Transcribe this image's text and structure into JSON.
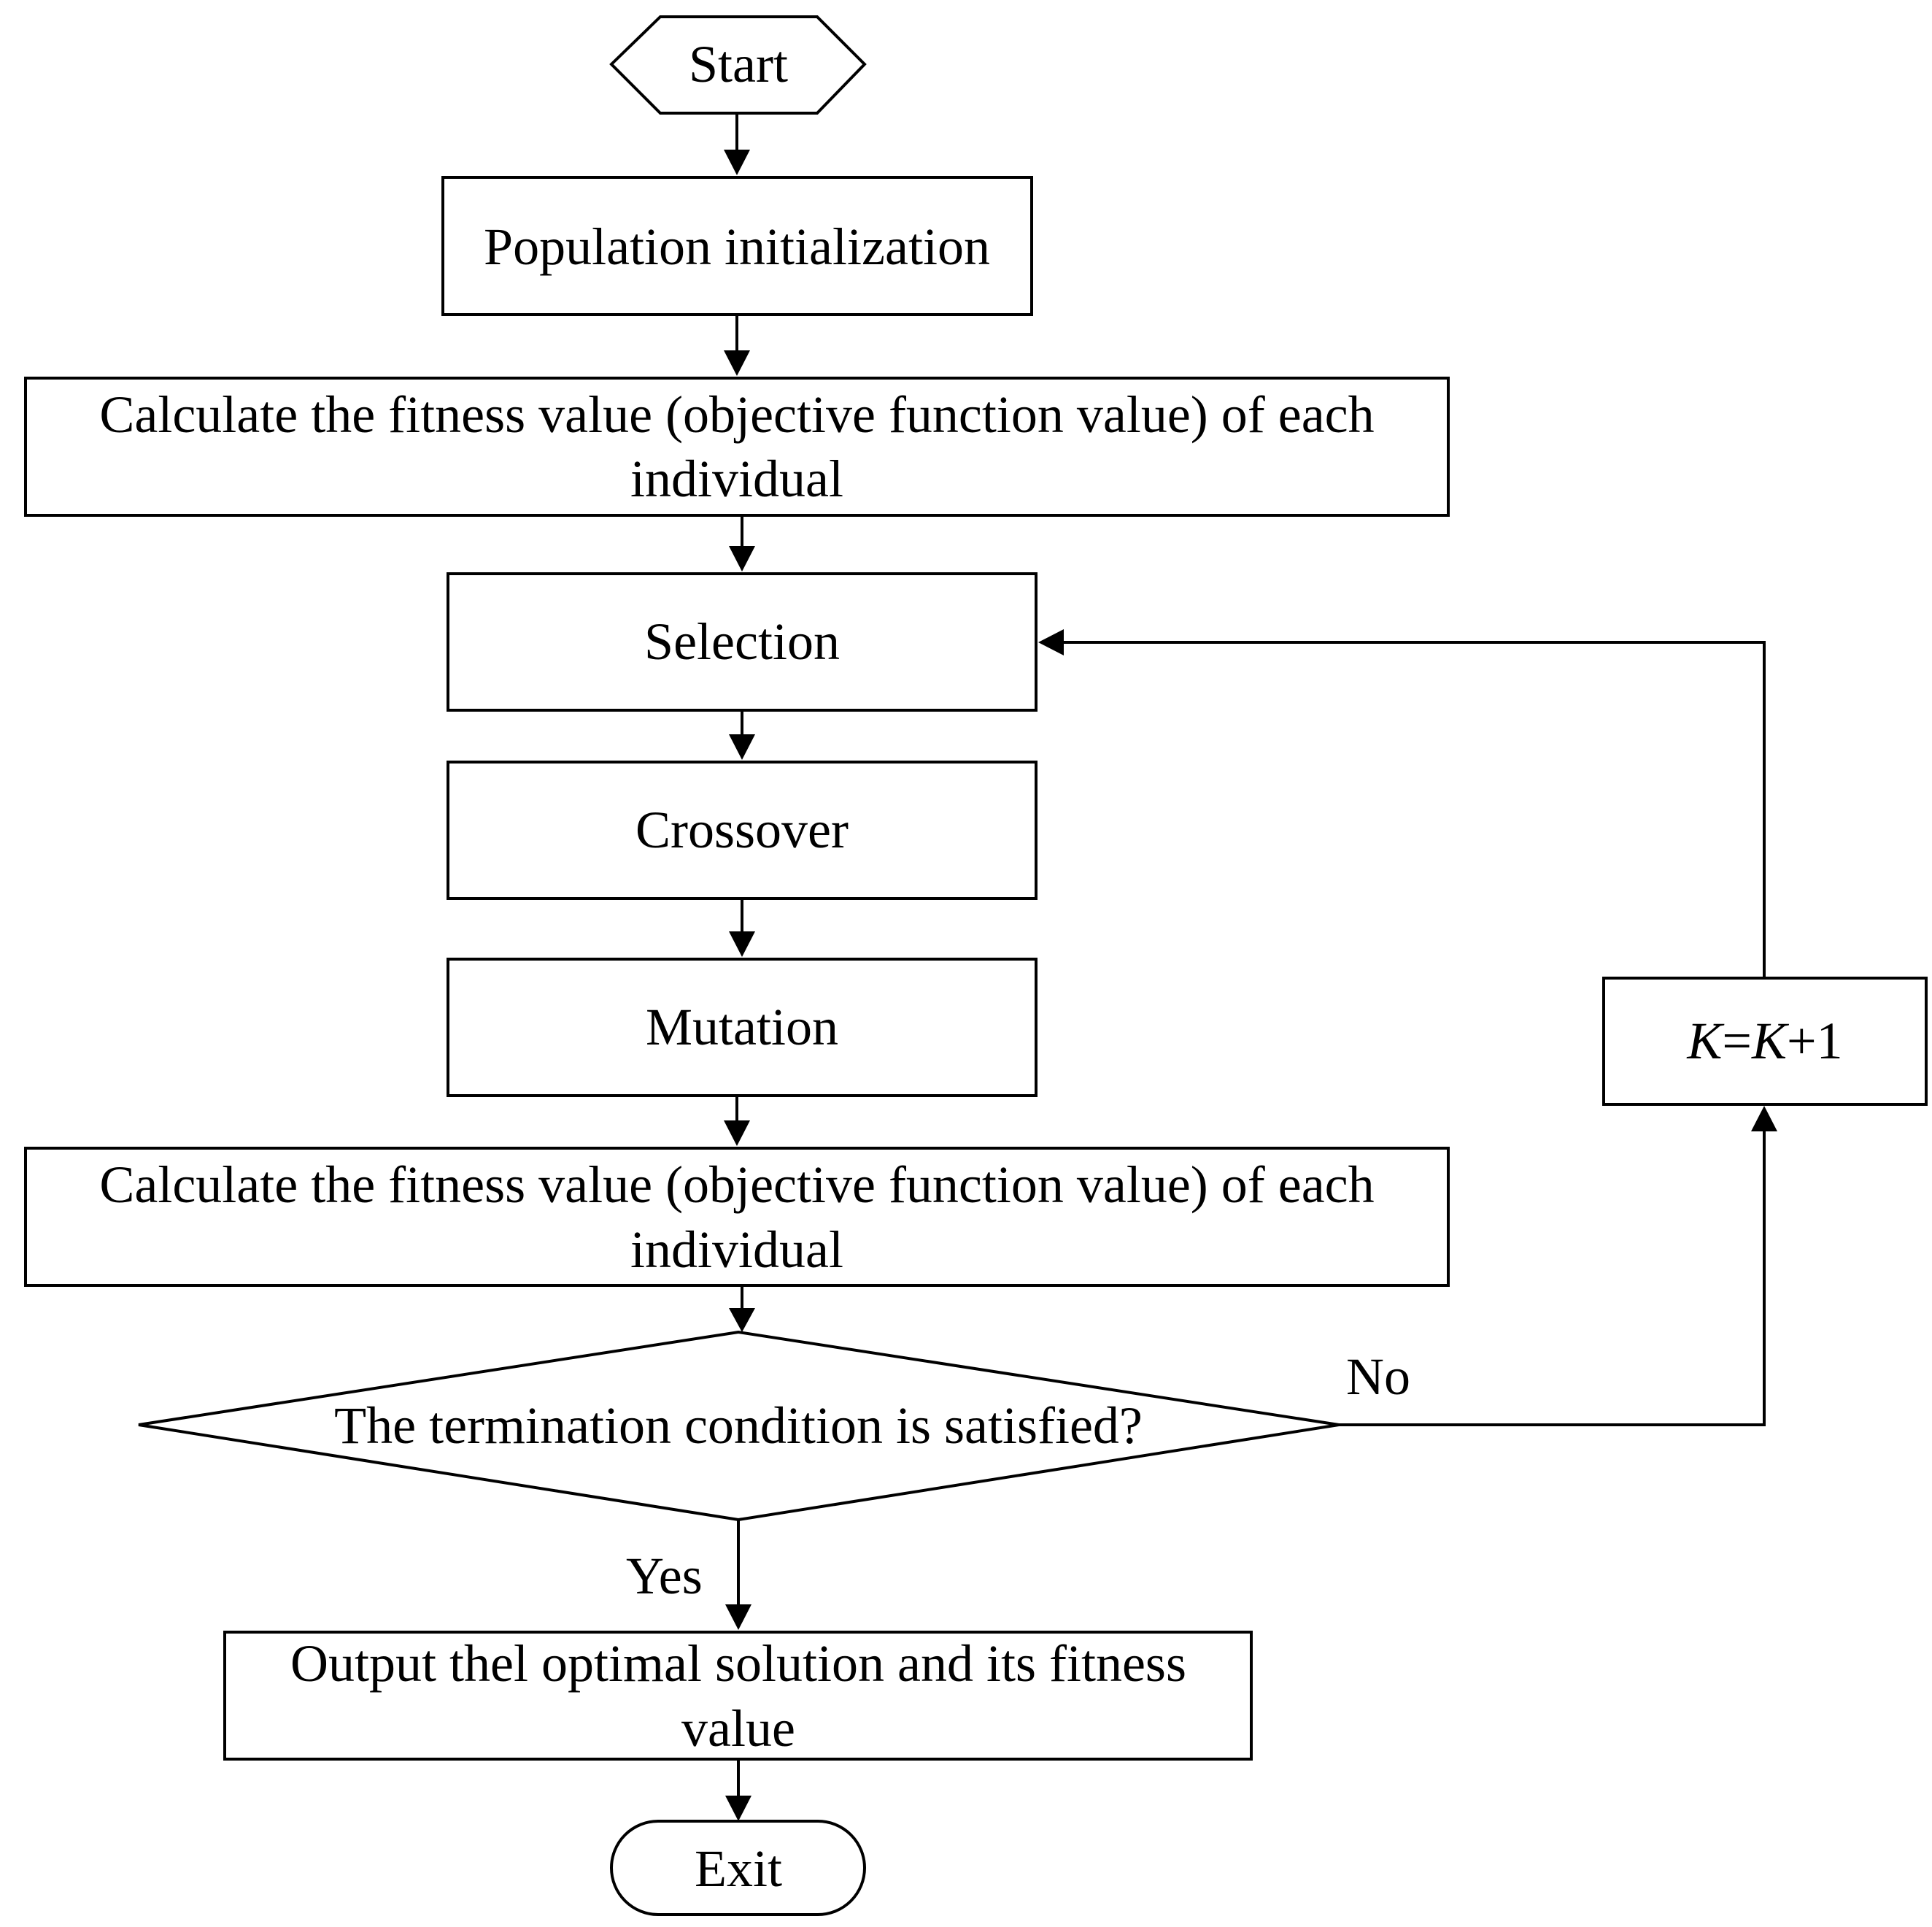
{
  "flowchart": {
    "start": "Start",
    "init": "Population initialization",
    "fitness1": {
      "line1": "Calculate the fitness value (objective function value) of each",
      "line2": "individual"
    },
    "selection": "Selection",
    "crossover": "Crossover",
    "mutation": "Mutation",
    "fitness2": {
      "line1": "Calculate the fitness value (objective function value) of each",
      "line2": "individual"
    },
    "decision": "The termination condition is satisfied?",
    "no_label": "No",
    "yes_label": "Yes",
    "increment": {
      "var1": "K",
      "eq": "=",
      "var2": "K",
      "plus": "+1"
    },
    "output": {
      "line1": "Output thel optimal solution and its fitness",
      "line2": "value"
    },
    "exit": "Exit"
  }
}
